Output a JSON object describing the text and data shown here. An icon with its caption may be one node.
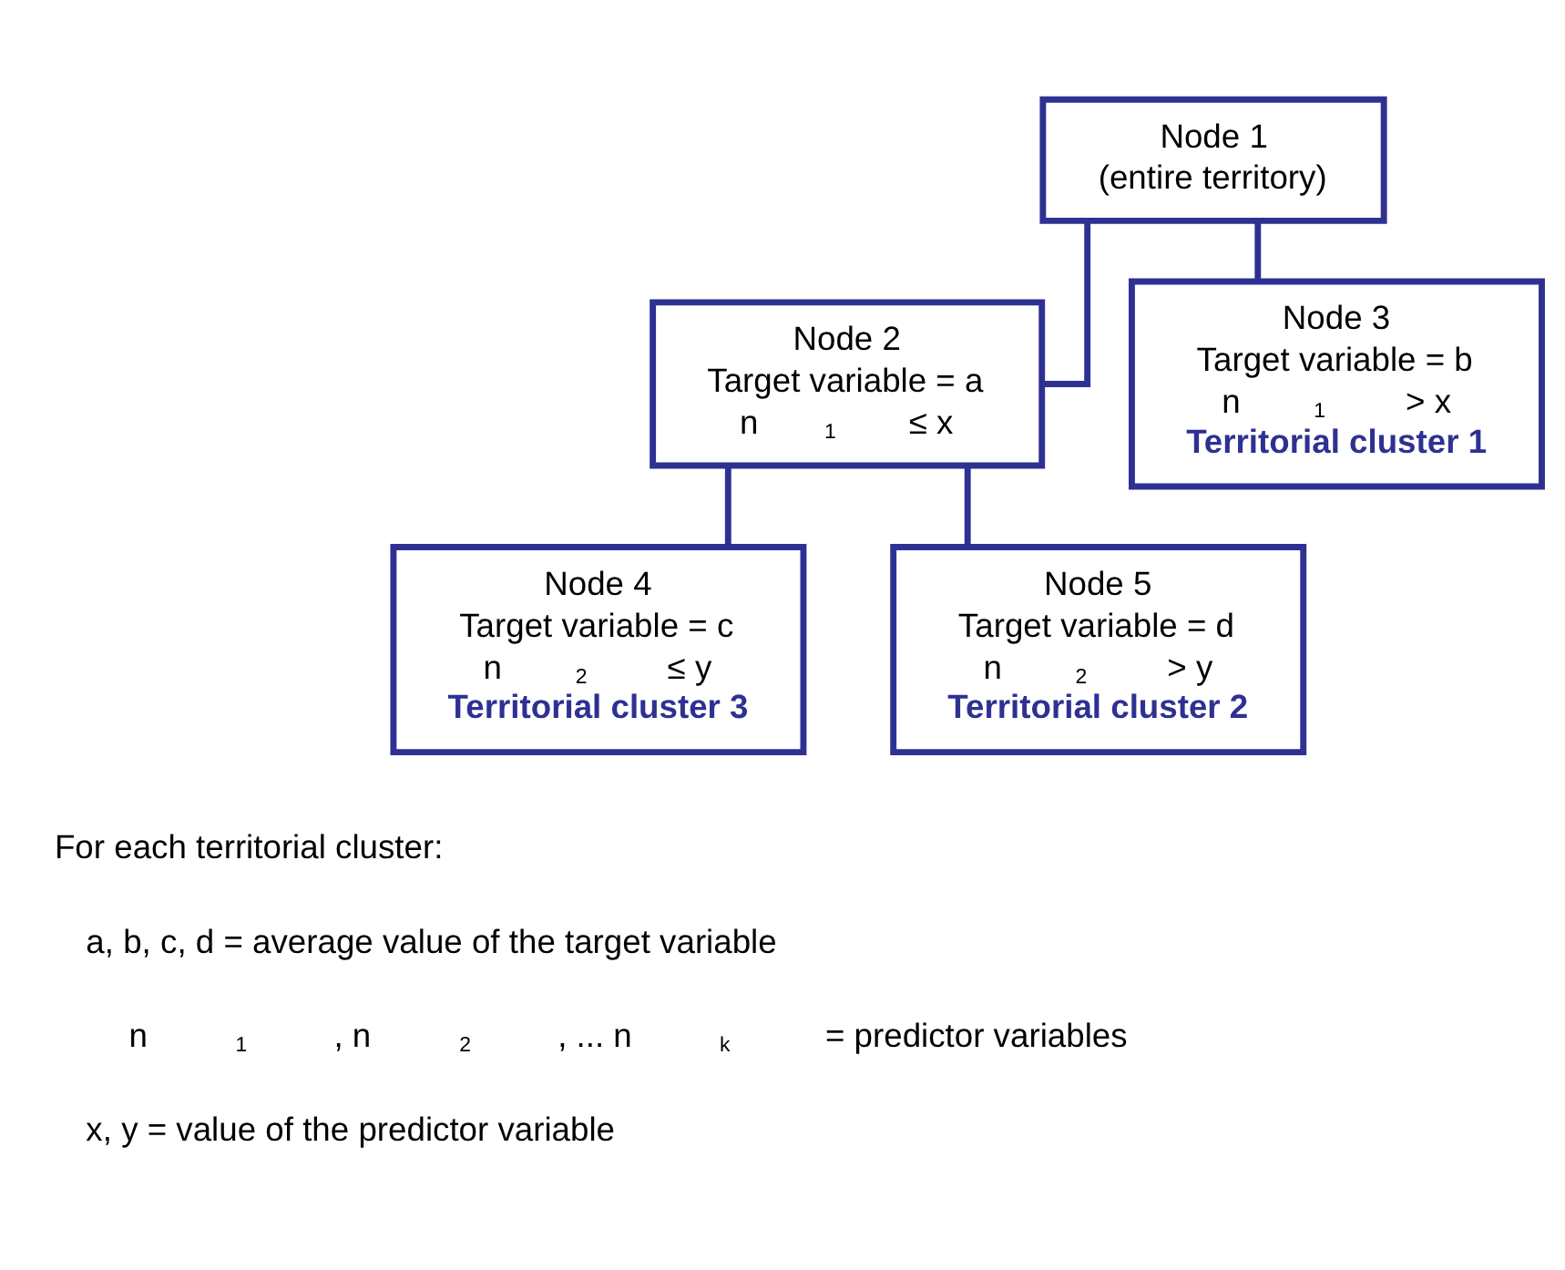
{
  "diagram": {
    "nodes": [
      {
        "text": [
          "Node 1",
          "(entire territory)"
        ]
      },
      {
        "text": [
          "Node 2",
          "Target variable = a",
          "n$_{1}$ ≤ x"
        ]
      },
      {
        "text": [
          "Node 3",
          "Target variable = b",
          "n$_{1}$ > x",
          "Territorial cluster 1"
        ]
      },
      {
        "text": [
          "Node 4",
          "Target variable = c",
          "n$_{2}$ ≤ y",
          "Territorial cluster 3"
        ]
      },
      {
        "text": [
          "Node 5",
          "Target variable = d",
          "n$_{2}$ > y",
          "Territorial cluster 2"
        ]
      }
    ],
    "edges": [
      {
        "from": 0,
        "to": 1,
        "arrow": "none"
      },
      {
        "from": 0,
        "to": 2,
        "arrow": "none"
      },
      {
        "from": 1,
        "to": 3,
        "arrow": "none"
      },
      {
        "from": 1,
        "to": 4,
        "arrow": "none"
      }
    ],
    "labels": [
      "For each territorial cluster:",
      "a, b, c, d = average value of the target variable",
      "n$_{1}$, n$_{2}$, ... n$_{k}$ = predictor variables",
      "x, y = value of the predictor variable"
    ]
  }
}
